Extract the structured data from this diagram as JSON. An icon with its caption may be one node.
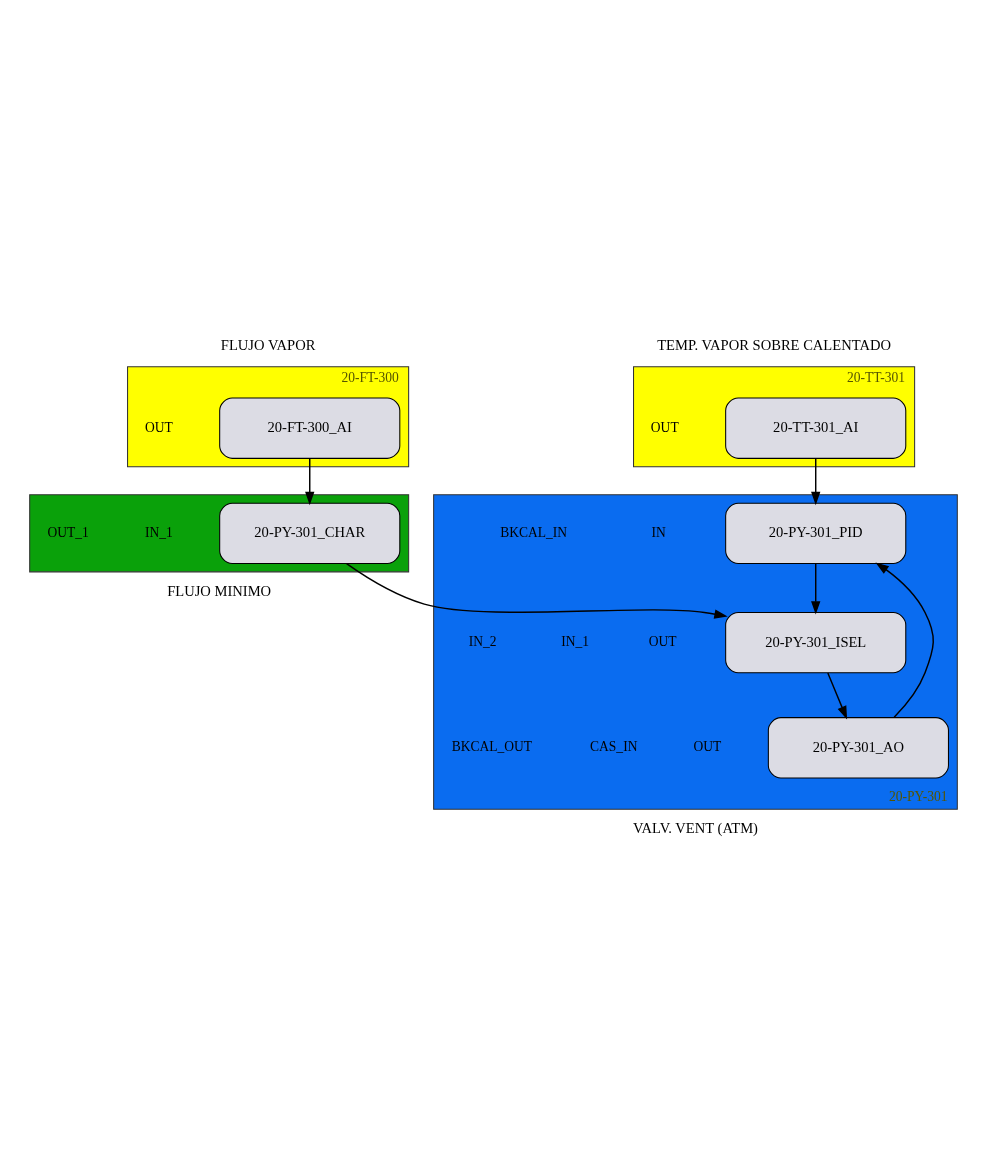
{
  "diagram": {
    "nodes": [
      {
        "text": [
          "20-FT-300"
        ],
        "beside": [
          "FLUJO VAPOR"
        ]
      },
      {
        "text": [
          "20-FT-300_AI"
        ],
        "in": 0
      },
      {
        "text": [
          "20-TT-301"
        ],
        "beside": [
          "TEMP. VAPOR SOBRE CALENTADO"
        ]
      },
      {
        "text": [
          "20-TT-301_AI"
        ],
        "in": 2
      },
      {
        "text": [],
        "shape": "box",
        "beside": [
          "FLUJO MINIMO"
        ]
      },
      {
        "text": [
          "20-PY-301_CHAR"
        ],
        "in": 4
      },
      {
        "text": [
          "20-PY-301"
        ],
        "beside": [
          "VALV. VENT (ATM)"
        ]
      },
      {
        "text": [
          "20-PY-301_PID"
        ],
        "in": 6
      },
      {
        "text": [
          "20-PY-301_ISEL"
        ],
        "in": 6
      },
      {
        "text": [
          "20-PY-301_AO"
        ],
        "in": 6
      }
    ],
    "edges": [
      {
        "from": 1,
        "to": 5,
        "arrow": "to"
      },
      {
        "from": 5,
        "to": 8,
        "arrow": "to"
      },
      {
        "from": 3,
        "to": 7,
        "arrow": "to"
      },
      {
        "from": 7,
        "to": 8,
        "arrow": "to"
      },
      {
        "from": 8,
        "to": 9,
        "arrow": "to"
      },
      {
        "from": 9,
        "to": 7,
        "arrow": "to"
      }
    ],
    "labels": [
      "OUT",
      "OUT",
      "IN",
      "IN_1",
      "BKCAL_IN",
      "OUT",
      "OUT_1",
      "IN_1",
      "IN_2",
      "OUT",
      "CAS_IN",
      "BKCAL_OUT"
    ]
  }
}
